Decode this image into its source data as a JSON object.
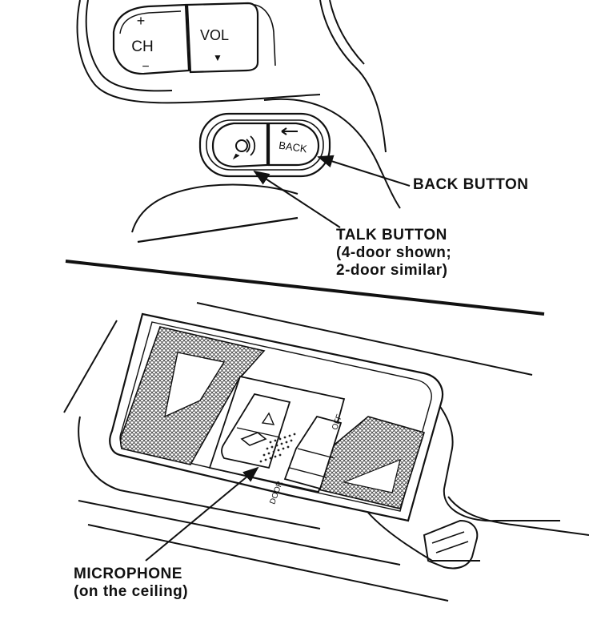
{
  "diagram": {
    "steering_controls": {
      "channel_button": {
        "plus": "+",
        "label": "CH",
        "minus": "−"
      },
      "volume_button": {
        "label": "VOL",
        "down_symbol": "▼"
      },
      "back_button_text": "BACK"
    },
    "ceiling_console": {
      "switch_off_label": "OFF",
      "switch_door_label": "DOOR"
    },
    "callouts": {
      "back_button": "BACK BUTTON",
      "talk_button": {
        "line1": "TALK BUTTON",
        "line2": "(4-door shown;",
        "line3": "2-door similar)"
      },
      "microphone": {
        "line1": "MICROPHONE",
        "line2": "(on the ceiling)"
      }
    },
    "colors": {
      "ink": "#111111",
      "background": "#ffffff",
      "hatch": "#555555"
    }
  }
}
